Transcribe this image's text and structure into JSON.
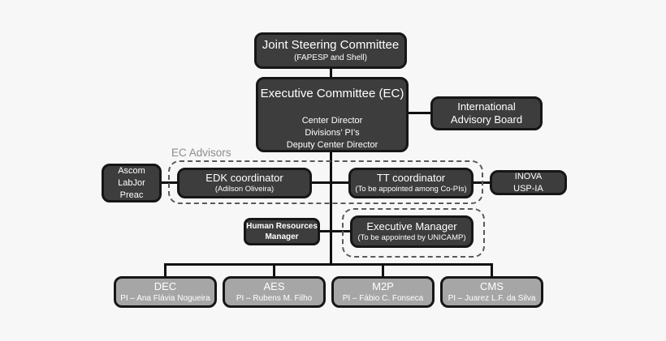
{
  "diagram": {
    "type": "org-chart",
    "colors": {
      "dark_box": "#3d3d3d",
      "light_box": "#a6a6a6",
      "box_border": "#161616",
      "connector": "#111111",
      "dashed_border": "#5a5a5a",
      "label_gray": "#8c8c8c",
      "background": "#f7f7f7",
      "text": "#ffffff"
    },
    "nodes": {
      "joint_steering": {
        "title": "Joint Steering Committee",
        "subtitle": "(FAPESP and Shell)"
      },
      "executive_committee": {
        "title": "Executive Committee (EC)",
        "members": [
          "Center Director",
          "Divisions’ PI’s",
          "Deputy Center Director"
        ]
      },
      "international_advisory_board": {
        "line1": "International",
        "line2": "Advisory Board"
      },
      "ec_advisors_group_label": "EC Advisors",
      "edk_coordinator": {
        "title": "EDK coordinator",
        "subtitle": "(Adilson Oliveira)"
      },
      "tt_coordinator": {
        "title": "TT coordinator",
        "subtitle": "(To be appointed among Co-PIs)"
      },
      "ascom": {
        "line1": "Ascom",
        "line2": "LabJor",
        "line3": "Preac"
      },
      "inova": {
        "line1": "INOVA",
        "line2": "USP-IA"
      },
      "human_resources_manager": {
        "line1": "Human Resources",
        "line2": "Manager"
      },
      "executive_manager": {
        "title": "Executive Manager",
        "subtitle": "(To be appointed by UNICAMP)"
      },
      "divisions": [
        {
          "title": "DEC",
          "subtitle": "PI – Ana Flávia Nogueira"
        },
        {
          "title": "AES",
          "subtitle": "PI – Rubens M. Filho"
        },
        {
          "title": "M2P",
          "subtitle": "PI – Fábio C. Fonseca"
        },
        {
          "title": "CMS",
          "subtitle": "PI – Juarez L.F. da Silva"
        }
      ]
    }
  }
}
